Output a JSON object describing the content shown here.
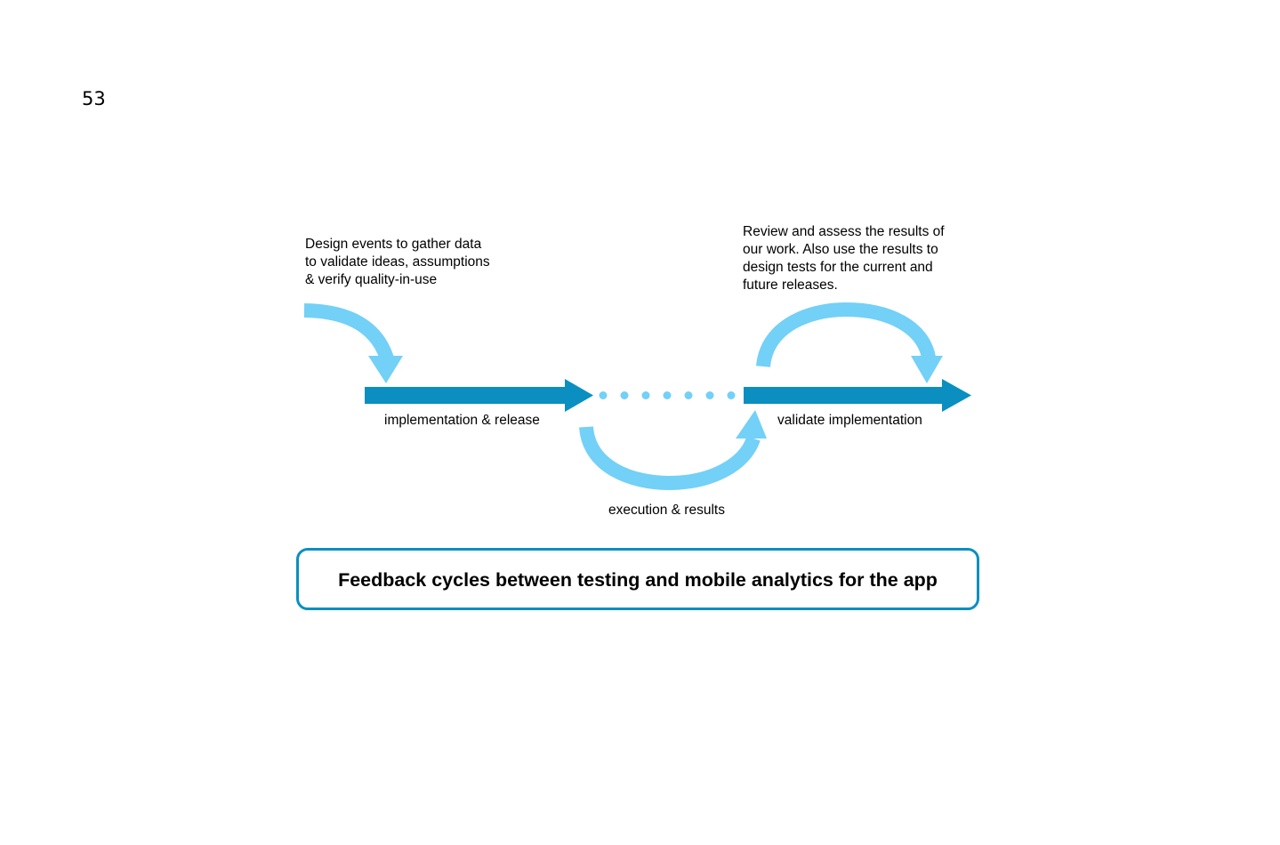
{
  "page_number": "53",
  "notes": {
    "design_events": "Design events to gather data\nto validate ideas, assumptions\n& verify quality-in-use",
    "review_assess": "Review and assess the results of\nour work. Also use the results to\ndesign tests for the current and\nfuture releases."
  },
  "stages": {
    "implementation": "implementation & release",
    "validate": "validate implementation",
    "execution": "execution & results"
  },
  "caption": "Feedback cycles between testing and mobile analytics for the app",
  "colors": {
    "dark_blue": "#0a8fc0",
    "light_blue": "#73d0f7",
    "text": "#000000"
  }
}
